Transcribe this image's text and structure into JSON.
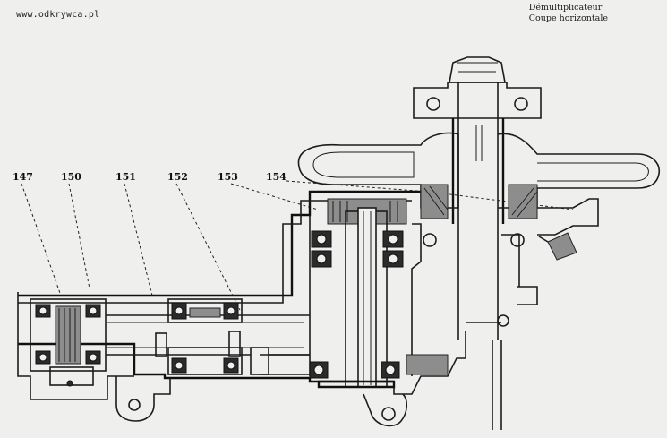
{
  "watermark": "www.odkrywca.pl",
  "title": {
    "line1": "Démultiplicateur",
    "line2": "Coupe horizontale"
  },
  "callouts": [
    {
      "label": "147"
    },
    {
      "label": "150"
    },
    {
      "label": "151"
    },
    {
      "label": "152"
    },
    {
      "label": "153"
    },
    {
      "label": "154"
    }
  ]
}
